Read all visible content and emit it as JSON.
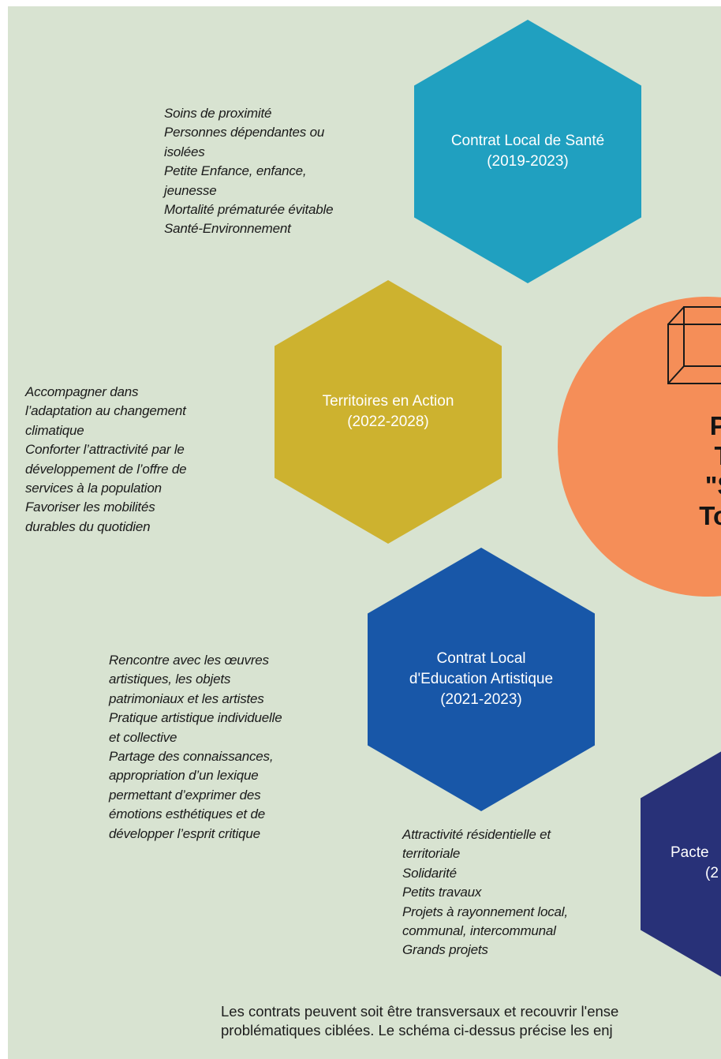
{
  "hexagons": {
    "cls": {
      "line1": "Contrat Local de Santé",
      "line2": "(2019-2023)"
    },
    "tea": {
      "line1": "Territoires en Action",
      "line2": "(2022-2028)"
    },
    "cle": {
      "line1": "Contrat Local",
      "line2": "d'Education Artistique",
      "line3": "(2021-2023)"
    },
    "pacte": {
      "line1": "Pacte",
      "line2": "(2"
    }
  },
  "center": {
    "line1": "Proje",
    "line2": "Terri",
    "line3": "\"Sync",
    "line4": "Tonner"
  },
  "lists": {
    "sante": [
      "Soins de proximité",
      "Personnes dépendantes ou",
      "isolées",
      "Petite Enfance, enfance,",
      "jeunesse",
      "Mortalité prématurée évitable",
      "Santé-Environnement"
    ],
    "territoires": [
      "Accompagner dans",
      "l’adaptation au changement",
      "climatique",
      "Conforter l’attractivité par le",
      "développement de l’offre de",
      "services à la population",
      "Favoriser les mobilités",
      "durables du quotidien"
    ],
    "education": [
      "Rencontre avec les œuvres",
      "artistiques, les objets",
      "patrimoniaux et les artistes",
      "Pratique artistique individuelle",
      "et collective",
      "Partage des connaissances,",
      "appropriation d’un lexique",
      "permettant d’exprimer des",
      "émotions esthétiques et de",
      "développer l’esprit critique"
    ],
    "pacte": [
      "Attractivité résidentielle et",
      "territoriale",
      "Solidarité",
      "Petits travaux",
      "Projets à rayonnement local,",
      "communal, intercommunal",
      "Grands projets"
    ]
  },
  "footnote": {
    "line1": "Les contrats peuvent soit être transversaux et recouvrir l'ense",
    "line2": "problématiques ciblées.  Le schéma ci-dessus précise les enj"
  },
  "colors": {
    "background": "#d8e3d1",
    "sante_hex": "#20a0c0",
    "territoires_hex": "#cdb22f",
    "education_hex": "#1857a8",
    "pacte_hex": "#283178",
    "center_circle": "#f58e58"
  },
  "icons": {
    "center": "cube-icon"
  }
}
